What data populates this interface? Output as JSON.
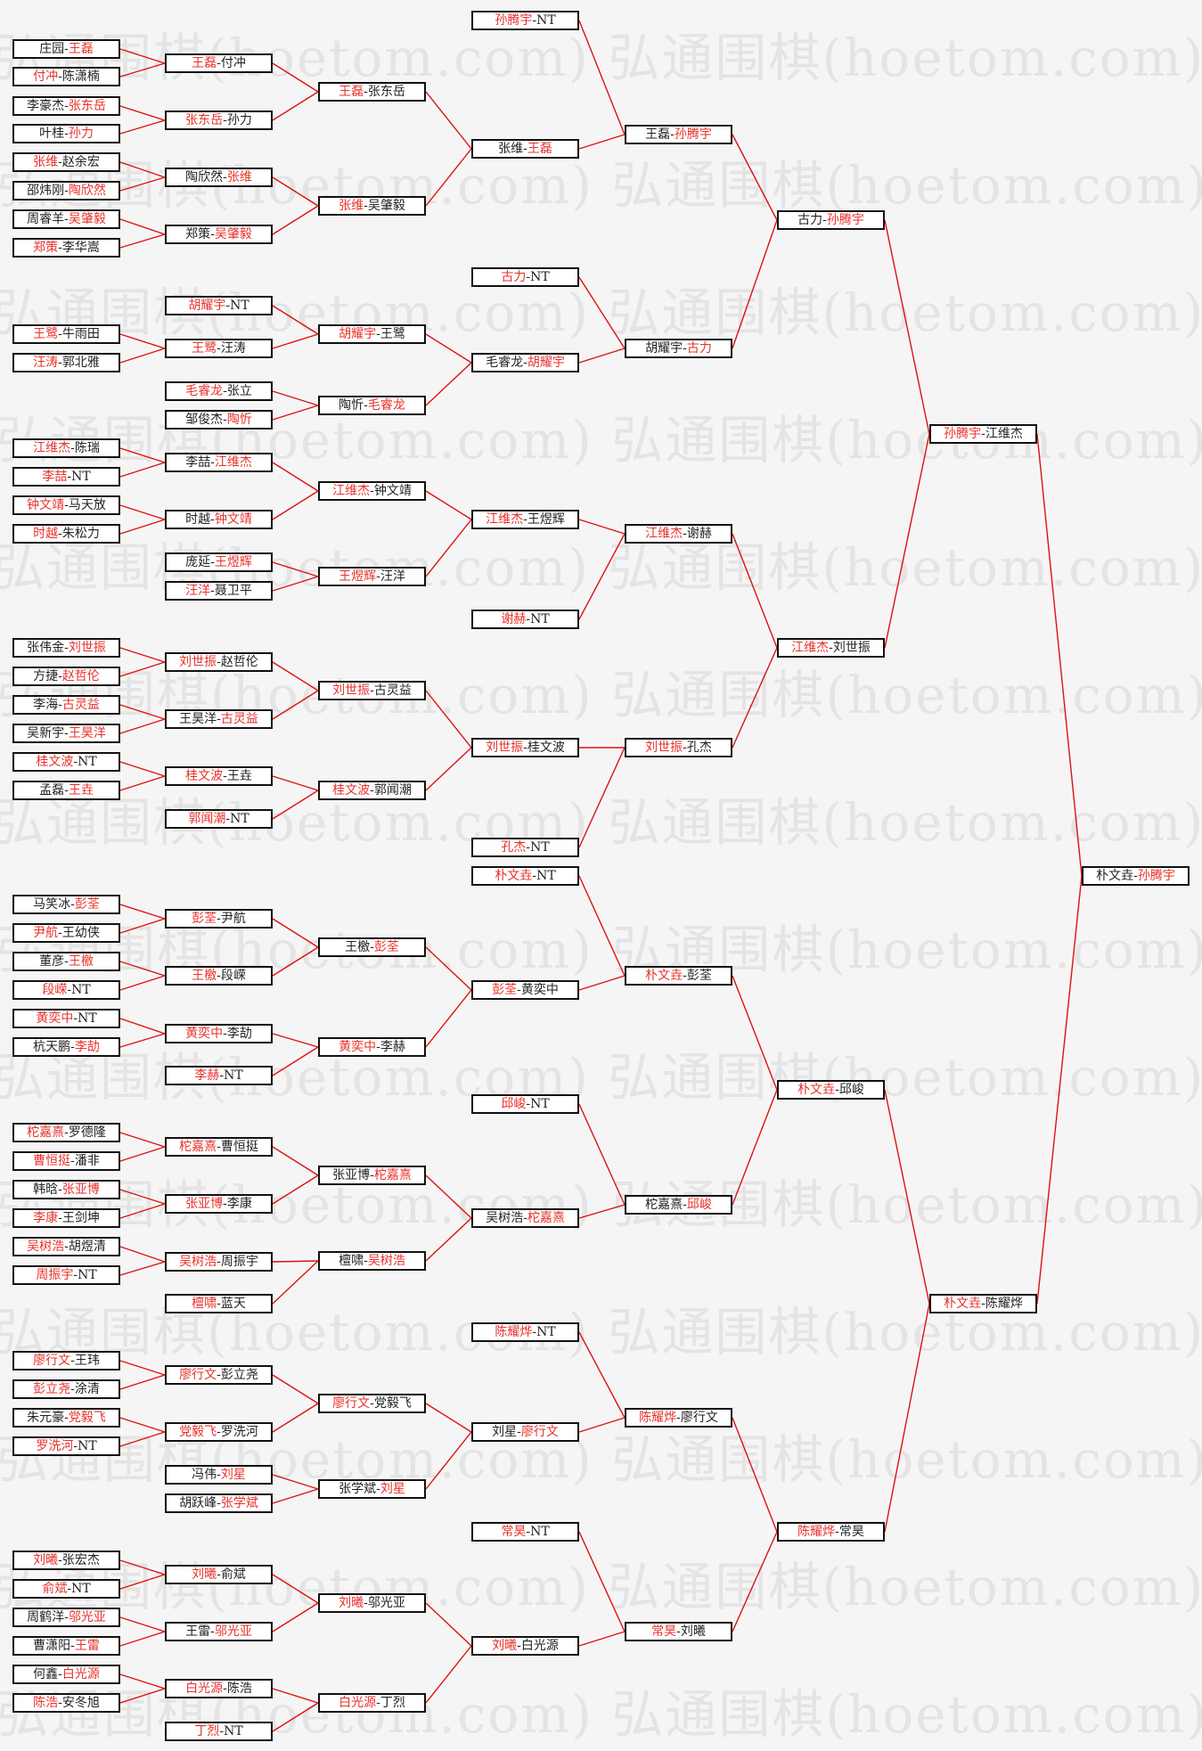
{
  "watermark": "弘通围棋(hoetom.com)",
  "colors": {
    "winner": "#e8312b",
    "line": "#dd1111",
    "border": "#111111"
  },
  "columns": [
    {
      "name": "first-round",
      "matches": [
        {
          "a": "庄园",
          "b": "王磊",
          "winner": "b"
        },
        {
          "a": "付冲",
          "b": "陈潇楠",
          "winner": "a"
        },
        {
          "a": "李豪杰",
          "b": "张东岳",
          "winner": "b"
        },
        {
          "a": "叶桂",
          "b": "孙力",
          "winner": "b"
        },
        {
          "a": "张维",
          "b": "赵余宏",
          "winner": "a"
        },
        {
          "a": "邵炜刚",
          "b": "陶欣然",
          "winner": "b"
        },
        {
          "a": "周睿羊",
          "b": "吴肇毅",
          "winner": "b"
        },
        {
          "a": "郑策",
          "b": "李华嵩",
          "winner": "a"
        },
        {
          "a": "王鹭",
          "b": "牛雨田",
          "winner": "a"
        },
        {
          "a": "汪涛",
          "b": "郭北雅",
          "winner": "a"
        },
        {
          "a": "江维杰",
          "b": "陈瑞",
          "winner": "a"
        },
        {
          "a": "李喆",
          "b": "NT",
          "winner": "a"
        },
        {
          "a": "钟文靖",
          "b": "马天放",
          "winner": "a"
        },
        {
          "a": "时越",
          "b": "朱松力",
          "winner": "a"
        },
        {
          "a": "张伟金",
          "b": "刘世振",
          "winner": "b"
        },
        {
          "a": "方捷",
          "b": "赵哲伦",
          "winner": "b"
        },
        {
          "a": "李海",
          "b": "古灵益",
          "winner": "b"
        },
        {
          "a": "吴新宇",
          "b": "王昊洋",
          "winner": "b"
        },
        {
          "a": "桂文波",
          "b": "NT",
          "winner": "a"
        },
        {
          "a": "孟磊",
          "b": "王垚",
          "winner": "b"
        },
        {
          "a": "马笑冰",
          "b": "彭荃",
          "winner": "b"
        },
        {
          "a": "尹航",
          "b": "王幼侠",
          "winner": "a"
        },
        {
          "a": "董彦",
          "b": "王檄",
          "winner": "b"
        },
        {
          "a": "段嵘",
          "b": "NT",
          "winner": "a"
        },
        {
          "a": "黄奕中",
          "b": "NT",
          "winner": "a"
        },
        {
          "a": "杭天鹏",
          "b": "李劼",
          "winner": "b"
        },
        {
          "a": "柁嘉熹",
          "b": "罗德隆",
          "winner": "a"
        },
        {
          "a": "曹恒挺",
          "b": "潘非",
          "winner": "a"
        },
        {
          "a": "韩晗",
          "b": "张亚博",
          "winner": "b"
        },
        {
          "a": "李康",
          "b": "王剑坤",
          "winner": "a"
        },
        {
          "a": "吴树浩",
          "b": "胡煜清",
          "winner": "a"
        },
        {
          "a": "周振宇",
          "b": "NT",
          "winner": "a"
        },
        {
          "a": "廖行文",
          "b": "王玮",
          "winner": "a"
        },
        {
          "a": "彭立尧",
          "b": "涂清",
          "winner": "a"
        },
        {
          "a": "朱元豪",
          "b": "党毅飞",
          "winner": "b"
        },
        {
          "a": "罗洗河",
          "b": "NT",
          "winner": "a"
        },
        {
          "a": "刘曦",
          "b": "张宏杰",
          "winner": "a"
        },
        {
          "a": "俞斌",
          "b": "NT",
          "winner": "a"
        },
        {
          "a": "周鹤洋",
          "b": "邬光亚",
          "winner": "b"
        },
        {
          "a": "曹潇阳",
          "b": "王雷",
          "winner": "b"
        },
        {
          "a": "何鑫",
          "b": "白光源",
          "winner": "b"
        },
        {
          "a": "陈浩",
          "b": "安冬旭",
          "winner": "a"
        }
      ]
    },
    {
      "name": "second-round",
      "matches": [
        {
          "a": "王磊",
          "b": "付冲",
          "winner": "a"
        },
        {
          "a": "张东岳",
          "b": "孙力",
          "winner": "a"
        },
        {
          "a": "陶欣然",
          "b": "张维",
          "winner": "b"
        },
        {
          "a": "郑策",
          "b": "吴肇毅",
          "winner": "b"
        },
        {
          "a": "胡耀宇",
          "b": "NT",
          "winner": "a"
        },
        {
          "a": "王鹭",
          "b": "汪涛",
          "winner": "a"
        },
        {
          "a": "毛睿龙",
          "b": "张立",
          "winner": "a"
        },
        {
          "a": "邹俊杰",
          "b": "陶忻",
          "winner": "b"
        },
        {
          "a": "李喆",
          "b": "江维杰",
          "winner": "b"
        },
        {
          "a": "时越",
          "b": "钟文靖",
          "winner": "b"
        },
        {
          "a": "庞延",
          "b": "王煜辉",
          "winner": "b"
        },
        {
          "a": "汪洋",
          "b": "聂卫平",
          "winner": "a"
        },
        {
          "a": "刘世振",
          "b": "赵哲伦",
          "winner": "a"
        },
        {
          "a": "王昊洋",
          "b": "古灵益",
          "winner": "b"
        },
        {
          "a": "桂文波",
          "b": "王垚",
          "winner": "a"
        },
        {
          "a": "郭闻潮",
          "b": "NT",
          "winner": "a"
        },
        {
          "a": "彭荃",
          "b": "尹航",
          "winner": "a"
        },
        {
          "a": "王檄",
          "b": "段嵘",
          "winner": "a"
        },
        {
          "a": "黄奕中",
          "b": "李劼",
          "winner": "a"
        },
        {
          "a": "李赫",
          "b": "NT",
          "winner": "a"
        },
        {
          "a": "柁嘉熹",
          "b": "曹恒挺",
          "winner": "a"
        },
        {
          "a": "张亚博",
          "b": "李康",
          "winner": "a"
        },
        {
          "a": "吴树浩",
          "b": "周振宇",
          "winner": "a"
        },
        {
          "a": "檀啸",
          "b": "蓝天",
          "winner": "a"
        },
        {
          "a": "廖行文",
          "b": "彭立尧",
          "winner": "a"
        },
        {
          "a": "党毅飞",
          "b": "罗洗河",
          "winner": "a"
        },
        {
          "a": "冯伟",
          "b": "刘星",
          "winner": "b"
        },
        {
          "a": "胡跃峰",
          "b": "张学斌",
          "winner": "b"
        },
        {
          "a": "刘曦",
          "b": "俞斌",
          "winner": "a"
        },
        {
          "a": "王雷",
          "b": "邬光亚",
          "winner": "b"
        },
        {
          "a": "白光源",
          "b": "陈浩",
          "winner": "a"
        },
        {
          "a": "丁烈",
          "b": "NT",
          "winner": "a"
        }
      ]
    },
    {
      "name": "third-round",
      "matches": [
        {
          "a": "王磊",
          "b": "张东岳",
          "winner": "a"
        },
        {
          "a": "张维",
          "b": "吴肇毅",
          "winner": "a"
        },
        {
          "a": "胡耀宇",
          "b": "王鹭",
          "winner": "a"
        },
        {
          "a": "陶忻",
          "b": "毛睿龙",
          "winner": "b"
        },
        {
          "a": "江维杰",
          "b": "钟文靖",
          "winner": "a"
        },
        {
          "a": "王煜辉",
          "b": "汪洋",
          "winner": "a"
        },
        {
          "a": "刘世振",
          "b": "古灵益",
          "winner": "a"
        },
        {
          "a": "桂文波",
          "b": "郭闻潮",
          "winner": "a"
        },
        {
          "a": "王檄",
          "b": "彭荃",
          "winner": "b"
        },
        {
          "a": "黄奕中",
          "b": "李赫",
          "winner": "a"
        },
        {
          "a": "张亚博",
          "b": "柁嘉熹",
          "winner": "b"
        },
        {
          "a": "檀啸",
          "b": "吴树浩",
          "winner": "b"
        },
        {
          "a": "廖行文",
          "b": "党毅飞",
          "winner": "a"
        },
        {
          "a": "张学斌",
          "b": "刘星",
          "winner": "b"
        },
        {
          "a": "刘曦",
          "b": "邬光亚",
          "winner": "a"
        },
        {
          "a": "白光源",
          "b": "丁烈",
          "winner": "a"
        }
      ]
    },
    {
      "name": "fourth-round",
      "matches": [
        {
          "a": "孙腾宇",
          "b": "NT",
          "winner": "a"
        },
        {
          "a": "张维",
          "b": "王磊",
          "winner": "b"
        },
        {
          "a": "古力",
          "b": "NT",
          "winner": "a"
        },
        {
          "a": "毛睿龙",
          "b": "胡耀宇",
          "winner": "b"
        },
        {
          "a": "江维杰",
          "b": "王煜辉",
          "winner": "a"
        },
        {
          "a": "谢赫",
          "b": "NT",
          "winner": "a"
        },
        {
          "a": "刘世振",
          "b": "桂文波",
          "winner": "a"
        },
        {
          "a": "孔杰",
          "b": "NT",
          "winner": "a"
        },
        {
          "a": "朴文垚",
          "b": "NT",
          "winner": "a"
        },
        {
          "a": "彭荃",
          "b": "黄奕中",
          "winner": "a"
        },
        {
          "a": "邱峻",
          "b": "NT",
          "winner": "a"
        },
        {
          "a": "吴树浩",
          "b": "柁嘉熹",
          "winner": "b"
        },
        {
          "a": "陈耀烨",
          "b": "NT",
          "winner": "a"
        },
        {
          "a": "刘星",
          "b": "廖行文",
          "winner": "b"
        },
        {
          "a": "常昊",
          "b": "NT",
          "winner": "a"
        },
        {
          "a": "刘曦",
          "b": "白光源",
          "winner": "a"
        }
      ]
    },
    {
      "name": "fifth-round",
      "matches": [
        {
          "a": "王磊",
          "b": "孙腾宇",
          "winner": "b"
        },
        {
          "a": "胡耀宇",
          "b": "古力",
          "winner": "b"
        },
        {
          "a": "江维杰",
          "b": "谢赫",
          "winner": "a"
        },
        {
          "a": "刘世振",
          "b": "孔杰",
          "winner": "a"
        },
        {
          "a": "朴文垚",
          "b": "彭荃",
          "winner": "a"
        },
        {
          "a": "柁嘉熹",
          "b": "邱峻",
          "winner": "b"
        },
        {
          "a": "陈耀烨",
          "b": "廖行文",
          "winner": "a"
        },
        {
          "a": "常昊",
          "b": "刘曦",
          "winner": "a"
        }
      ]
    },
    {
      "name": "quarterfinal",
      "matches": [
        {
          "a": "古力",
          "b": "孙腾宇",
          "winner": "b"
        },
        {
          "a": "江维杰",
          "b": "刘世振",
          "winner": "a"
        },
        {
          "a": "朴文垚",
          "b": "邱峻",
          "winner": "a"
        },
        {
          "a": "陈耀烨",
          "b": "常昊",
          "winner": "a"
        }
      ]
    },
    {
      "name": "semifinal",
      "matches": [
        {
          "a": "孙腾宇",
          "b": "江维杰",
          "winner": "a"
        },
        {
          "a": "朴文垚",
          "b": "陈耀烨",
          "winner": "a"
        }
      ]
    },
    {
      "name": "final",
      "matches": [
        {
          "a": "朴文垚",
          "b": "孙腾宇",
          "winner": "b"
        }
      ]
    }
  ]
}
